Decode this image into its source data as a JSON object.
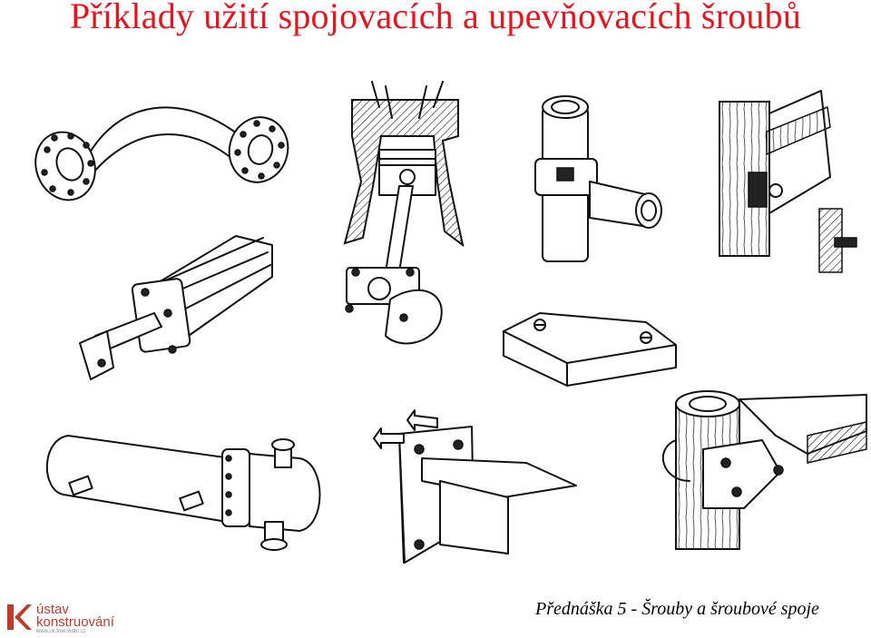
{
  "title": "Příklady užití spojovacích a upevňovacích šroubů",
  "footer": "Přednáška 5 - Šrouby a šroubové spoje",
  "logo": {
    "line1": "ústav",
    "line2": "konstruování",
    "line3": "www.uk.fme.vutbr.cz",
    "mark_color": "#c0392b"
  },
  "title_color": "#e8141c"
}
